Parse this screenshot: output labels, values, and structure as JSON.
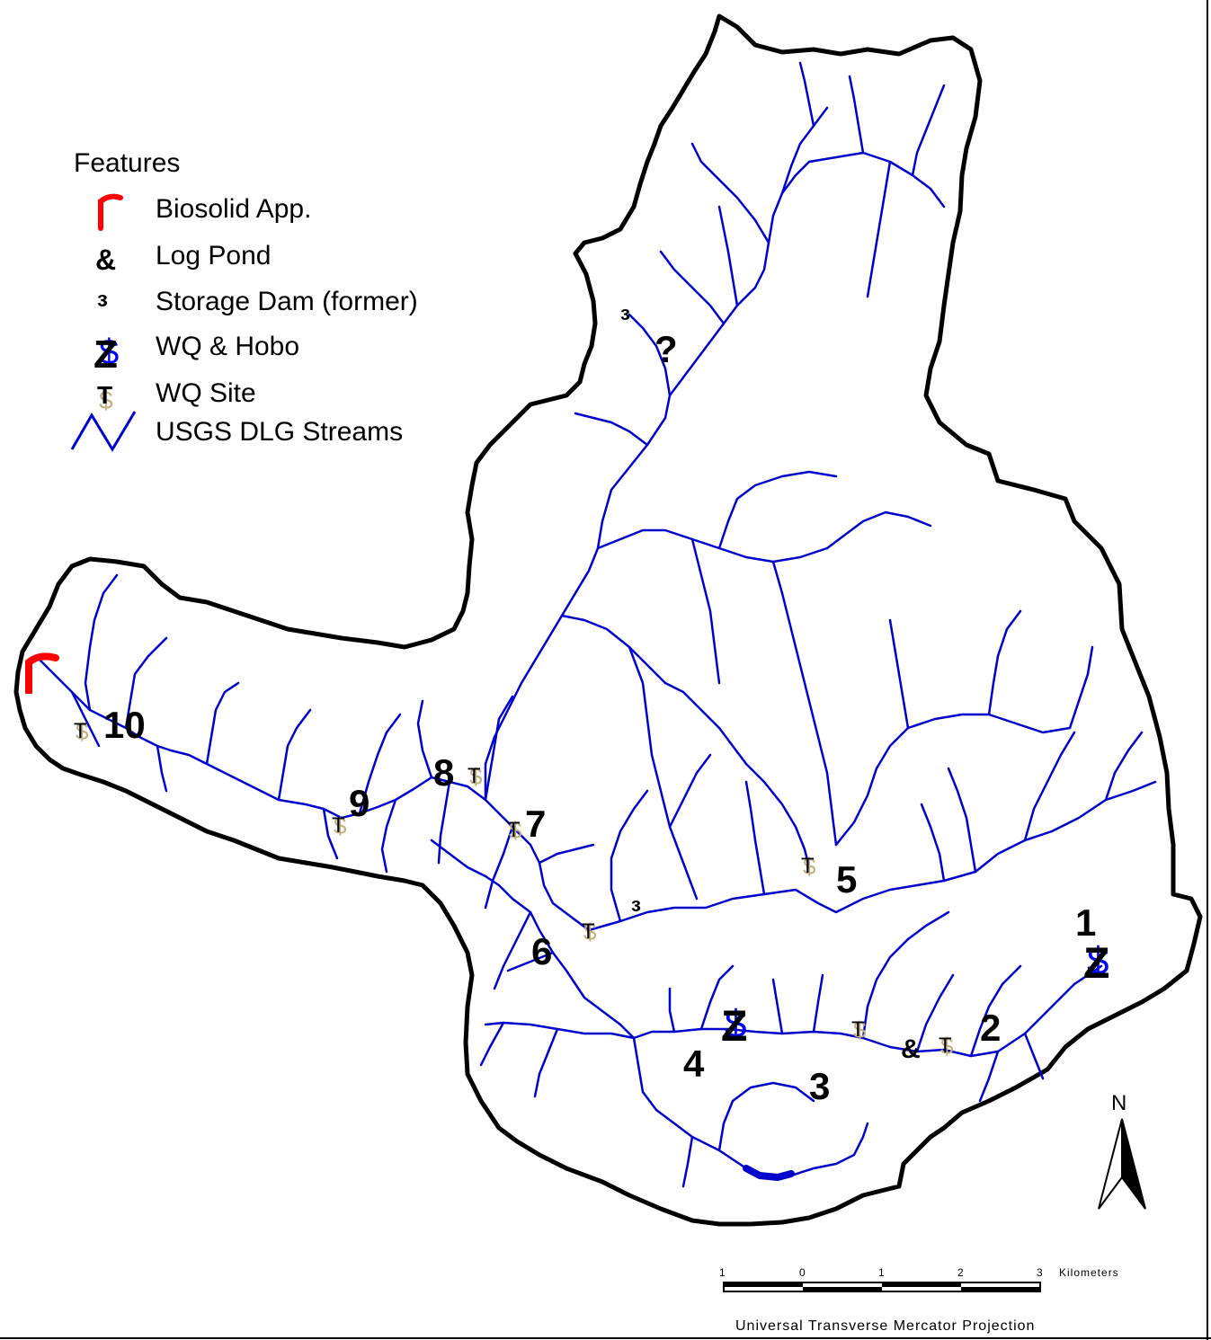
{
  "legend": {
    "title": "Features",
    "items": [
      {
        "label": "Biosolid App.",
        "symbol": "biosolid-icon",
        "color": "#ff0000"
      },
      {
        "label": "Log Pond",
        "symbol": "log-pond-icon",
        "color": "#000000"
      },
      {
        "label": "Storage Dam (former)",
        "symbol": "storage-dam-icon",
        "color": "#000000"
      },
      {
        "label": "WQ & Hobo",
        "symbol": "wq-hobo-icon",
        "color": "#0000ff"
      },
      {
        "label": "WQ Site",
        "symbol": "wq-site-icon",
        "color": "#c0b080"
      },
      {
        "label": "USGS DLG Streams",
        "symbol": "stream-line-icon",
        "color": "#0000cc"
      }
    ]
  },
  "site_labels": [
    "1",
    "2",
    "3",
    "4",
    "5",
    "6",
    "7",
    "8",
    "9",
    "10",
    "?"
  ],
  "scale": {
    "ticks": [
      "1",
      "0",
      "1",
      "2",
      "3"
    ],
    "unit": "Kilometers"
  },
  "north_label": "N",
  "projection": "Universal Transverse Mercator Projection",
  "colors": {
    "boundary": "#000000",
    "streams": "#0000cc",
    "biosolid": "#ff0000",
    "wq_site": "#c0b080",
    "hobo": "#0000ff"
  }
}
